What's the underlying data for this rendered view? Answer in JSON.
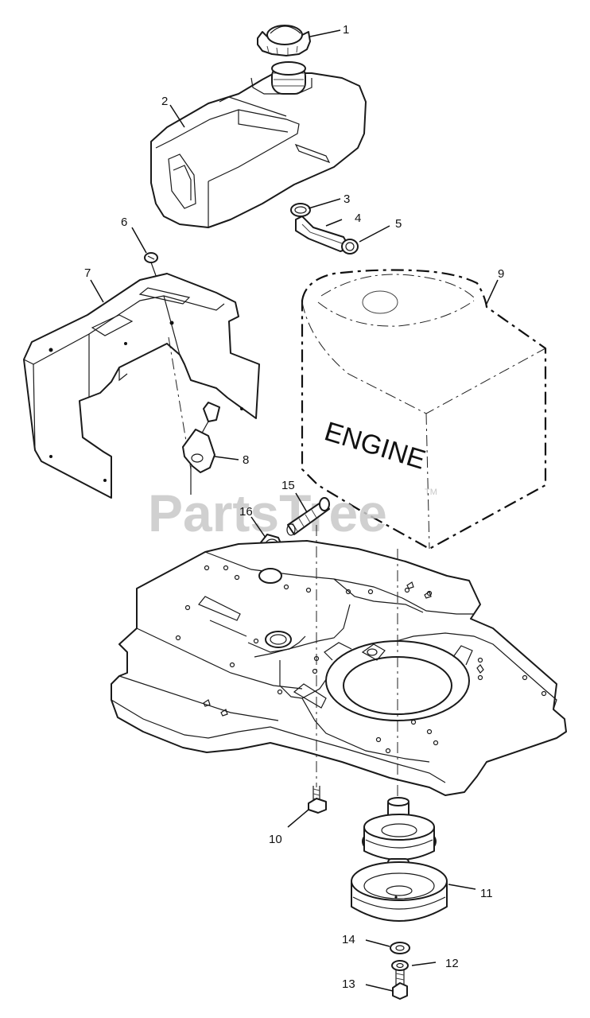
{
  "watermark": {
    "text": "PartsTree",
    "trademark": "TM"
  },
  "engine_label": "ENGINE",
  "callouts": [
    {
      "id": "1"
    },
    {
      "id": "2"
    },
    {
      "id": "3"
    },
    {
      "id": "4"
    },
    {
      "id": "5"
    },
    {
      "id": "6"
    },
    {
      "id": "7"
    },
    {
      "id": "8"
    },
    {
      "id": "9"
    },
    {
      "id": "10"
    },
    {
      "id": "11"
    },
    {
      "id": "12"
    },
    {
      "id": "13"
    },
    {
      "id": "14"
    },
    {
      "id": "15"
    },
    {
      "id": "16"
    }
  ]
}
